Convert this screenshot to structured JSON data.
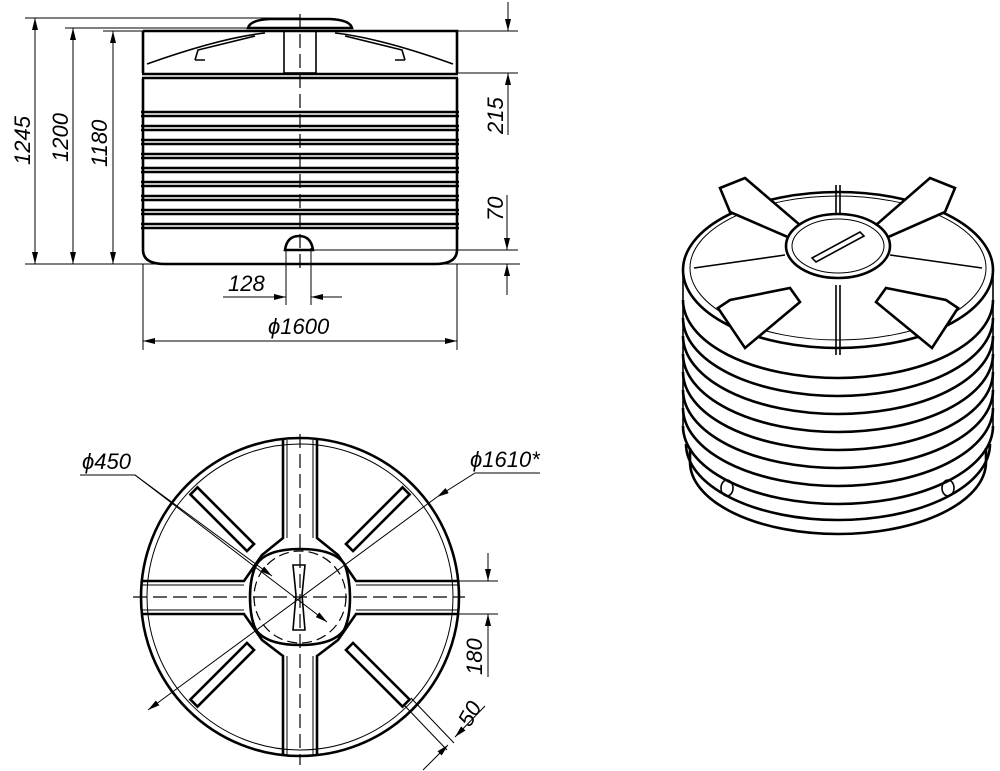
{
  "side_view": {
    "dims": {
      "height_total": "1245",
      "height_lid": "1200",
      "height_body": "1180",
      "top_cap": "215",
      "outlet_height": "70",
      "outlet_width": "128",
      "diameter": "ϕ1600"
    }
  },
  "top_view": {
    "dims": {
      "lid_diameter": "ϕ450",
      "outer_diameter": "ϕ1610*",
      "rib_width": "180",
      "slot_width": "50"
    }
  },
  "colors": {
    "line": "#000000",
    "background": "#ffffff"
  }
}
